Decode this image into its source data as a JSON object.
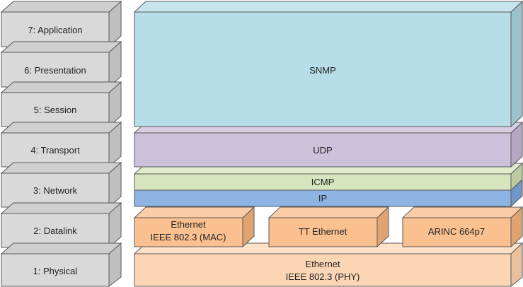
{
  "osi_layers": [
    "7: Application",
    "6: Presentation",
    "5: Session",
    "4: Transport",
    "3: Network",
    "2: Datalink",
    "1: Physical"
  ],
  "protocols": {
    "snmp": "SNMP",
    "udp": "UDP",
    "icmp": "ICMP",
    "ip": "IP",
    "ethernet_mac_line1": "Ethernet",
    "ethernet_mac_line2": "IEEE 802.3 (MAC)",
    "tt_ethernet": "TT Ethernet",
    "arinc": "ARINC 664p7",
    "ethernet_phy_line1": "Ethernet",
    "ethernet_phy_line2": "IEEE 802.3 (PHY)"
  },
  "colors": {
    "layer_face": "#d9d9d9",
    "layer_side": "#bfbfbf",
    "snmp": "#b7dde8",
    "udp": "#ccc1da",
    "icmp": "#d7e4bd",
    "ip": "#8eb4e3",
    "datalink": "#fac090",
    "physical": "#fcd5b5",
    "outline": "#595959"
  }
}
